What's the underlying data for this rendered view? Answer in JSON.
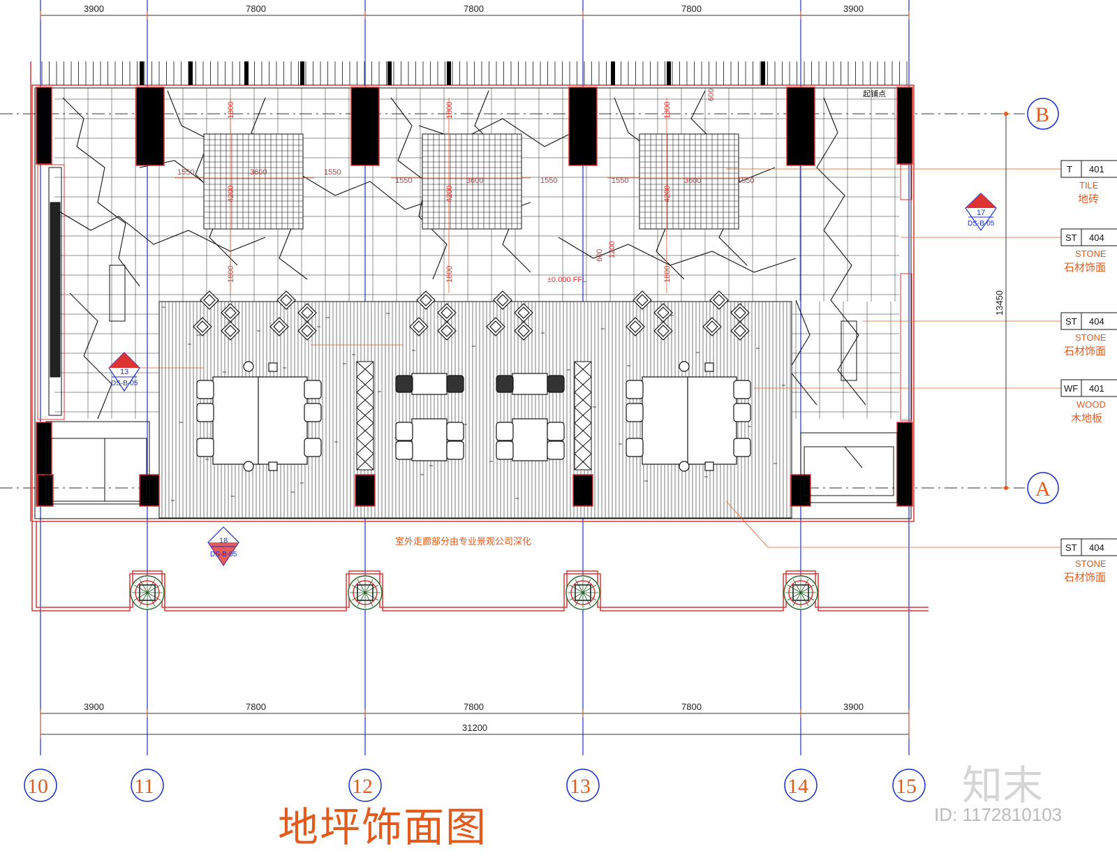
{
  "dimensions_top": [
    "3900",
    "7800",
    "7800",
    "7800",
    "3900"
  ],
  "dimensions_bottom": [
    "3900",
    "7800",
    "7800",
    "7800",
    "3900"
  ],
  "dimension_total": "31200",
  "dimension_side": "13450",
  "grid_columns": [
    "10",
    "11",
    "12",
    "13",
    "14",
    "15"
  ],
  "grid_rows": [
    "B",
    "A"
  ],
  "inner_dims": {
    "w1": "1550",
    "w2": "3600",
    "w3": "1550",
    "h1": "1800",
    "h2": "4200",
    "h3": "1800",
    "h4": "600",
    "h5": "1200",
    "start": "起铺点",
    "level": "±0.000 FFL"
  },
  "material_tags": [
    {
      "code": "T",
      "num": "401",
      "en": "TILE",
      "cn": "地砖"
    },
    {
      "code": "ST",
      "num": "404",
      "en": "STONE",
      "cn": "石材饰面"
    },
    {
      "code": "ST",
      "num": "404",
      "en": "STONE",
      "cn": "石材饰面"
    },
    {
      "code": "WF",
      "num": "401",
      "en": "WOOD",
      "cn": "木地板"
    },
    {
      "code": "ST",
      "num": "404",
      "en": "STONE",
      "cn": "石材饰面"
    }
  ],
  "section_refs": [
    {
      "num": "17",
      "sheet": "DS-B-05"
    },
    {
      "num": "13",
      "sheet": "DS-B-05"
    },
    {
      "num": "18",
      "sheet": "DS-B-05"
    }
  ],
  "note": "室外走廊部分由专业景观公司深化",
  "title": "地坪饰面图",
  "brand": "知末",
  "id_label": "ID: 1172810103",
  "colors": {
    "accent": "#e25a1c",
    "axis_blue": "#1a2fd0",
    "ink": "#111111",
    "frame": "#d33333"
  }
}
